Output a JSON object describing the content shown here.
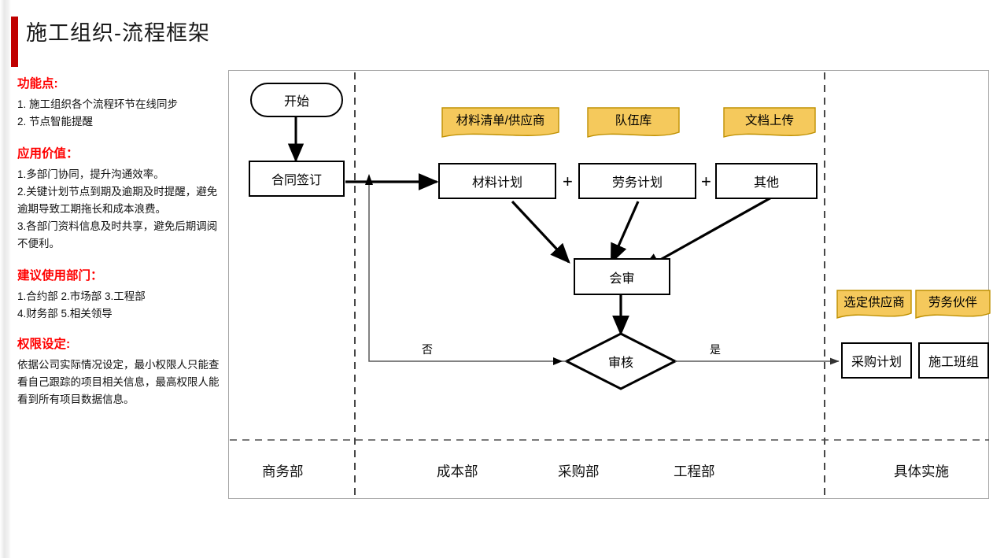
{
  "title": "施工组织-流程框架",
  "colors": {
    "accent_bar": "#c00000",
    "heading_red": "#ff0000",
    "note_fill": "#f5c95c",
    "note_stroke": "#bf9000",
    "frame_stroke": "#a6a6a6",
    "node_stroke": "#000000"
  },
  "info": {
    "sections": [
      {
        "heading": "功能点:",
        "lines": [
          "1. 施工组织各个流程环节在线同步",
          "2. 节点智能提醒"
        ]
      },
      {
        "heading": "应用价值：",
        "lines": [
          "1.多部门协同，提升沟通效率。",
          "2.关键计划节点到期及逾期及时提醒，避免逾期导致工期拖长和成本浪费。",
          "3.各部门资料信息及时共享，避免后期调阅不便利。"
        ]
      },
      {
        "heading": "建议使用部门：",
        "lines": [
          "1.合约部 2.市场部 3.工程部",
          "4.财务部 5.相关领导"
        ]
      },
      {
        "heading": "权限设定:",
        "lines": [
          "依据公司实际情况设定，最小权限人只能查看自己跟踪的项目相关信息，最高权限人能看到所有项目数据信息。"
        ]
      }
    ]
  },
  "diagram": {
    "nodes": {
      "start": "开始",
      "contract": "合同签订",
      "material_plan": "材料计划",
      "labor_plan": "劳务计划",
      "other": "其他",
      "joint_review": "会审",
      "approval": "审核",
      "purchase_plan": "采购计划",
      "work_team": "施工班组"
    },
    "notes": {
      "material_list": "材料清单/供应商",
      "team_library": "队伍库",
      "doc_upload": "文档上传",
      "selected_supplier": "选定供应商",
      "labor_partner": "劳务伙伴"
    },
    "operators": {
      "plus_1": "+",
      "plus_2": "+"
    },
    "edge_labels": {
      "no": "否",
      "yes": "是"
    },
    "lanes": [
      "商务部",
      "成本部",
      "采购部",
      "工程部",
      "具体实施"
    ]
  }
}
